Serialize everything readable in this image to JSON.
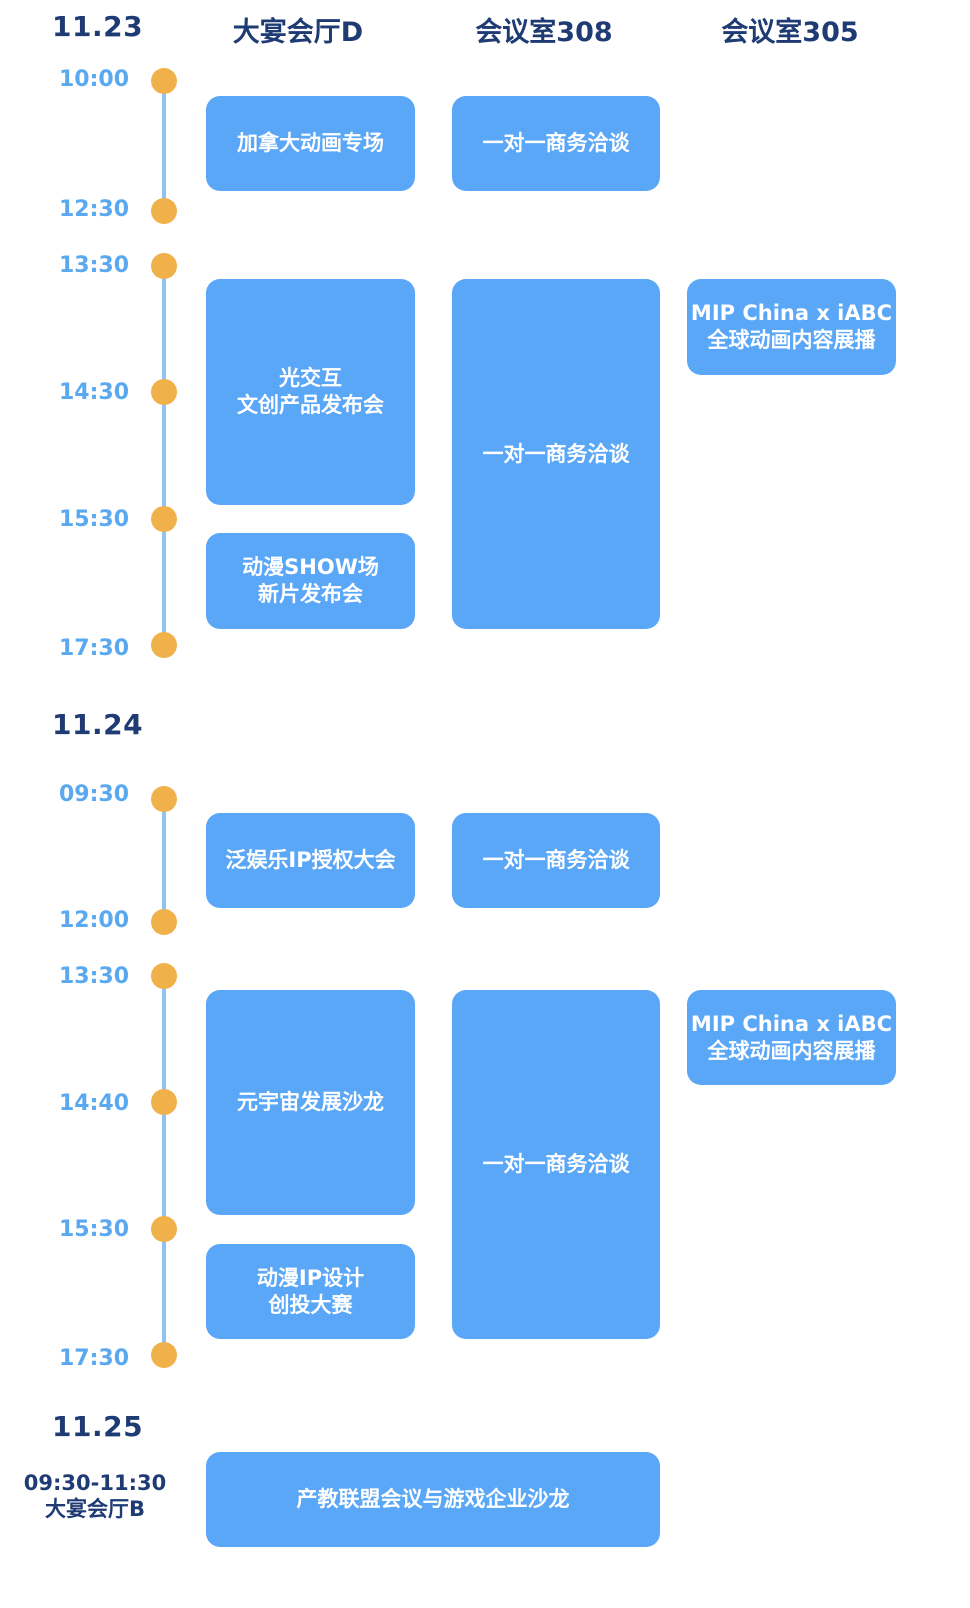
{
  "dates": {
    "d1": "11.23",
    "d2": "11.24",
    "d3": "11.25"
  },
  "columns": [
    "大宴会厅D",
    "会议室308",
    "会议室305"
  ],
  "day1": {
    "times": [
      "10:00",
      "12:30",
      "13:30",
      "14:30",
      "15:30",
      "17:30"
    ],
    "events": {
      "e1": "加拿大动画专场",
      "e2": "一对一商务洽谈",
      "e3": "光交互\n文创产品发布会",
      "e4": "一对一商务洽谈",
      "e5": "MIP China x iABC\n全球动画内容展播",
      "e6": "动漫SHOW场\n新片发布会"
    }
  },
  "day2": {
    "times": [
      "09:30",
      "12:00",
      "13:30",
      "14:40",
      "15:30",
      "17:30"
    ],
    "events": {
      "e1": "泛娱乐IP授权大会",
      "e2": "一对一商务洽谈",
      "e3": "元宇宙发展沙龙",
      "e4": "一对一商务洽谈",
      "e5": "MIP China x iABC\n全球动画内容展播",
      "e6": "动漫IP设计\n创投大赛"
    }
  },
  "day3": {
    "time": "09:30-11:30",
    "venue": "大宴会厅B",
    "event": "产教联盟会议与游戏企业沙龙"
  }
}
